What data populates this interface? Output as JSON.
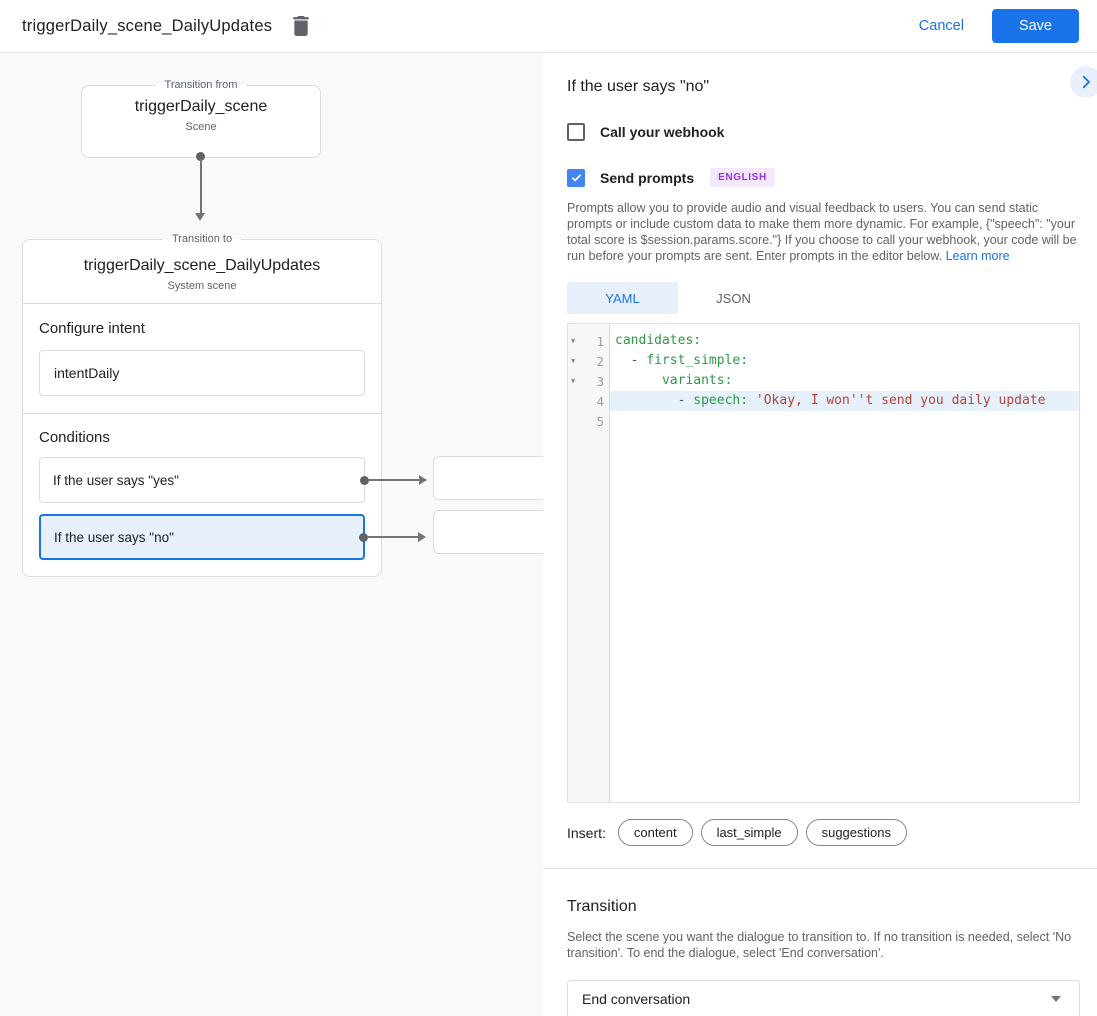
{
  "header": {
    "title": "triggerDaily_scene_DailyUpdates",
    "cancel_label": "Cancel",
    "save_label": "Save"
  },
  "canvas": {
    "from_box": {
      "legend": "Transition from",
      "title": "triggerDaily_scene",
      "subtitle": "Scene"
    },
    "to_box": {
      "legend": "Transition to",
      "title": "triggerDaily_scene_DailyUpdates",
      "subtitle": "System scene",
      "intent_label": "Configure intent",
      "intent_value": "intentDaily",
      "conditions_label": "Conditions",
      "conditions": [
        {
          "label": "If the user says \"yes\"",
          "selected": false
        },
        {
          "label": "If the user says \"no\"",
          "selected": true
        }
      ]
    }
  },
  "panel": {
    "heading": "If the user says \"no\"",
    "webhook_label": "Call your webhook",
    "prompts_label": "Send prompts",
    "language_badge": "ENGLISH",
    "description": "Prompts allow you to provide audio and visual feedback to users. You can send static prompts or include custom data to make them more dynamic. For example, {\"speech\": \"your total score is $session.params.score.\"} If you choose to call your webhook, your code will be run before your prompts are sent. Enter prompts in the editor below. ",
    "learn_more": "Learn more",
    "tabs": [
      {
        "label": "YAML",
        "active": true
      },
      {
        "label": "JSON",
        "active": false
      }
    ],
    "editor": {
      "lines": [
        {
          "n": "1",
          "fold": true,
          "active": false,
          "segments": [
            [
              "key",
              "candidates:"
            ]
          ]
        },
        {
          "n": "2",
          "fold": true,
          "active": false,
          "segments": [
            [
              "plain",
              "  - "
            ],
            [
              "key",
              "first_simple:"
            ]
          ]
        },
        {
          "n": "3",
          "fold": true,
          "active": false,
          "segments": [
            [
              "plain",
              "      "
            ],
            [
              "key",
              "variants:"
            ]
          ]
        },
        {
          "n": "4",
          "fold": false,
          "active": true,
          "segments": [
            [
              "plain",
              "        - "
            ],
            [
              "key",
              "speech:"
            ],
            [
              "plain",
              " "
            ],
            [
              "string",
              "'Okay, I won''t send you daily update"
            ]
          ]
        },
        {
          "n": "5",
          "fold": false,
          "active": false,
          "segments": []
        }
      ]
    },
    "insert_label": "Insert:",
    "insert_chips": [
      "content",
      "last_simple",
      "suggestions"
    ],
    "transition": {
      "heading": "Transition",
      "description": "Select the scene you want the dialogue to transition to. If no transition is needed, select 'No transition'. To end the dialogue, select 'End conversation'.",
      "select_value": "End conversation"
    }
  },
  "colors": {
    "accent_blue": "#1a73e8",
    "selected_condition_bg": "#e8f0fe",
    "checkbox_checked": "#4285f4",
    "badge_purple": "#9334e6",
    "badge_purple_bg": "#f3e8fd",
    "canvas_bg": "#f8f9fa",
    "code_key_green": "#2b9a47",
    "code_string_red": "#b0453d",
    "active_line_bg": "#e7f1fb"
  },
  "icons": {
    "trash": "trash-icon",
    "chevron_right": "chevron-right-icon",
    "check": "check-icon",
    "caret_down": "caret-down-icon",
    "fold_arrow": "fold-arrow-icon"
  }
}
